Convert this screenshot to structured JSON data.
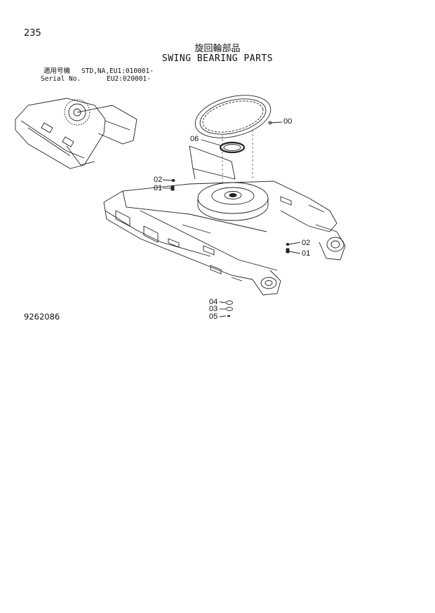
{
  "page": {
    "number": "235",
    "title_jp": "旋回輪部品",
    "title_en": "SWING BEARING PARTS",
    "serial_label_jp": "適用号機",
    "serial_label_en": "Serial No.",
    "serial_value_1": "STD,NA,EU1:010001-",
    "serial_value_2": "EU2:020001-",
    "drawing_number": "9262086"
  },
  "callouts": [
    "00",
    "06",
    "02",
    "01",
    "02",
    "01",
    "04",
    "03",
    "05"
  ]
}
